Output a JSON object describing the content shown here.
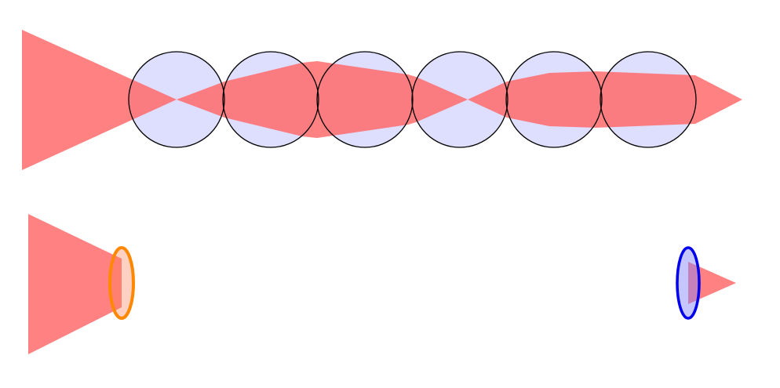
{
  "colors": {
    "background": "#ffffff",
    "beam": "#ff6b6b",
    "lens_fill": "#dcdcff",
    "lens_stroke": "#000000",
    "orange_ring": "#ff8800",
    "blue_ring": "#0000ee",
    "blue_ring_fill": "#8080ff"
  },
  "top_diagram": {
    "lens_count": 6,
    "beam_focus_points": 2
  },
  "bottom_diagram": {
    "elements": [
      "orange-ellipse-lens",
      "blue-ellipse-lens"
    ]
  }
}
